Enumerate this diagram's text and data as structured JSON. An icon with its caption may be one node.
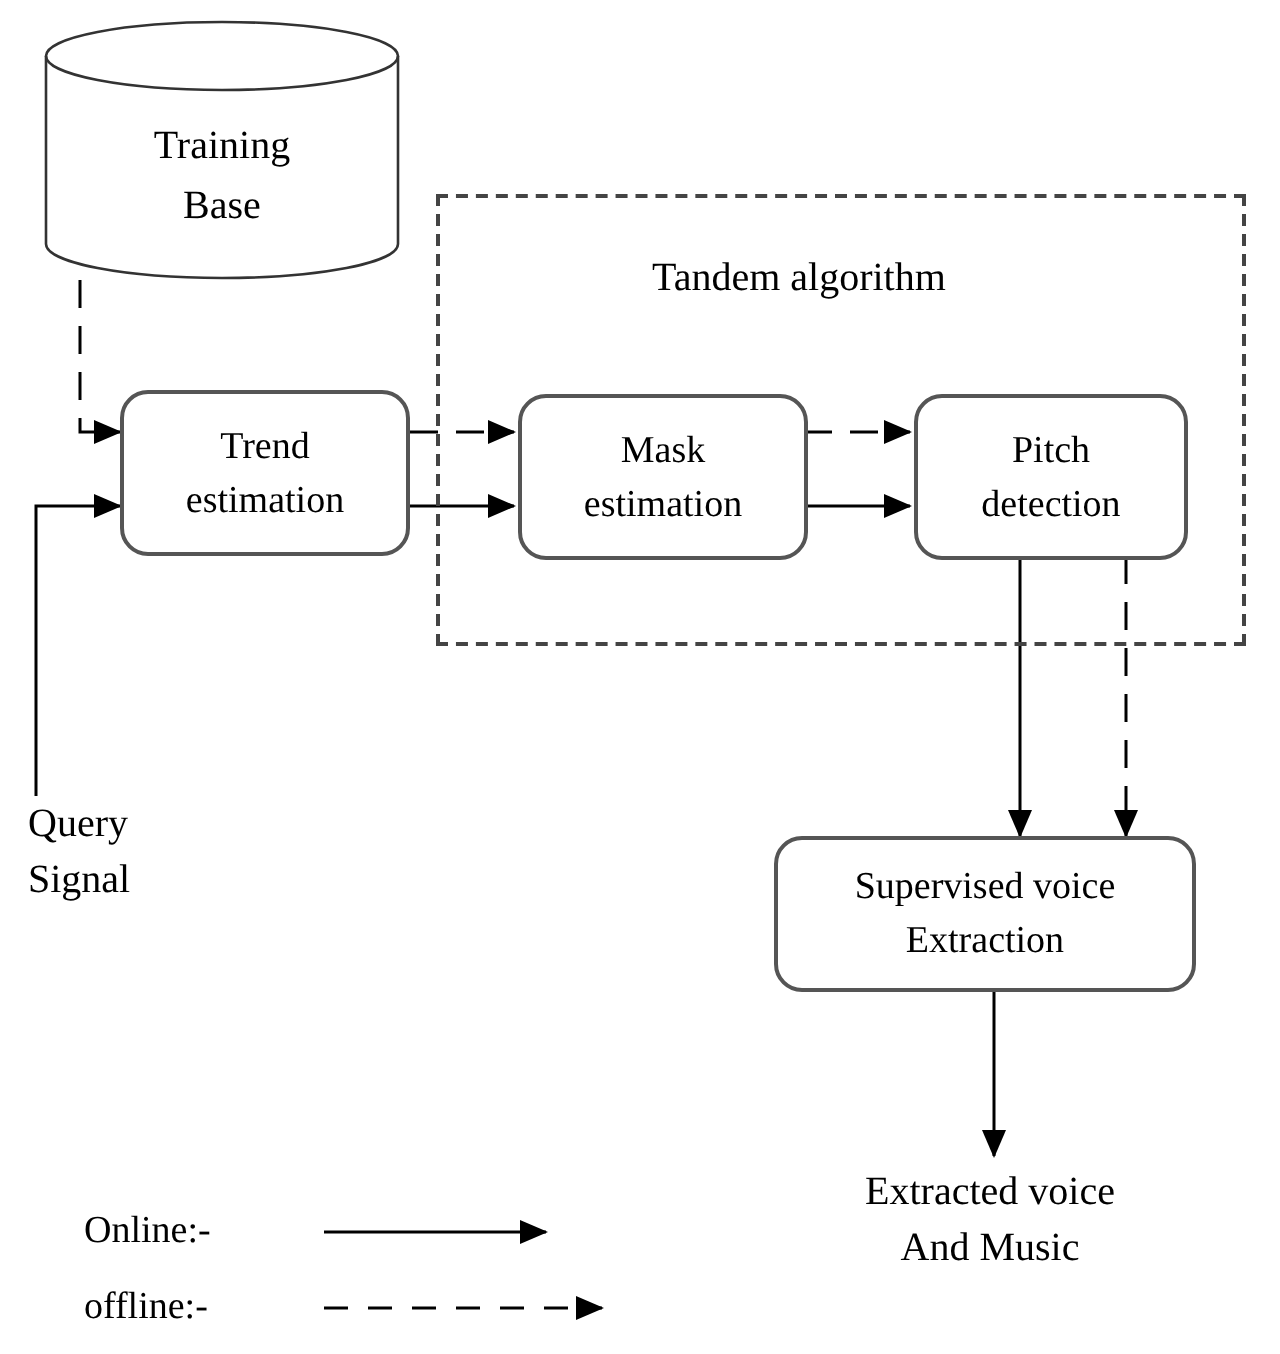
{
  "diagram": {
    "nodes": [
      {
        "text": [
          "Training Base"
        ]
      },
      {
        "text": [
          "Tandem algorithm"
        ]
      },
      {
        "text": [
          "Trend estimation"
        ]
      },
      {
        "text": [
          "Mask estimation"
        ],
        "in": 1
      },
      {
        "text": [
          "Pitch detection"
        ],
        "in": 1
      },
      {
        "text": [
          "Query Signal"
        ]
      },
      {
        "text": [
          "Supervised voice Extraction"
        ]
      },
      {
        "text": [
          "Extracted voice And Music"
        ]
      }
    ],
    "edges": [
      {
        "from": 0,
        "to": 2,
        "arrow": "to",
        "style": "dashed"
      },
      {
        "from": 5,
        "to": 2,
        "arrow": "to"
      },
      {
        "from": 2,
        "to": 3,
        "arrow": "to",
        "style": "dashed"
      },
      {
        "from": 2,
        "to": 3,
        "arrow": "to"
      },
      {
        "from": 3,
        "to": 4,
        "arrow": "to",
        "style": "dashed"
      },
      {
        "from": 3,
        "to": 4,
        "arrow": "to"
      },
      {
        "from": 4,
        "to": 6,
        "arrow": "to"
      },
      {
        "from": 4,
        "to": 6,
        "arrow": "to",
        "style": "dashed"
      },
      {
        "from": 6,
        "to": 7,
        "arrow": "to"
      }
    ],
    "legend": [
      {
        "text": "Online:-"
      },
      {
        "text": "offline:-"
      }
    ]
  }
}
